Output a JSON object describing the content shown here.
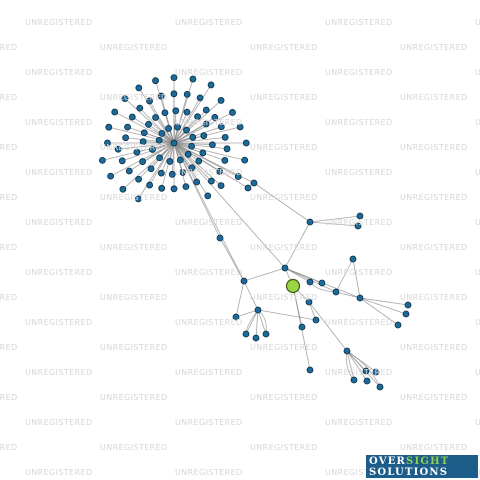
{
  "watermark": {
    "text": "UNREGISTERED"
  },
  "logo": {
    "line1_a": "OVER",
    "line1_b": "SIGHT",
    "line2": "SOLUTIONS"
  },
  "colors": {
    "background": "#ffffff",
    "node_fill": "#1b6a9a",
    "node_stroke": "#0c2e44",
    "focus_fill": "#9bd545",
    "focus_stroke": "#3d5a14",
    "edge": "#8a8a8a",
    "watermark": "#d6d6d6",
    "logo_bg": "#1d5d8a",
    "logo_accent": "#8ed14a"
  },
  "graph": {
    "node_count": 126,
    "focus_node": "focus",
    "hub_node": "hub"
  }
}
